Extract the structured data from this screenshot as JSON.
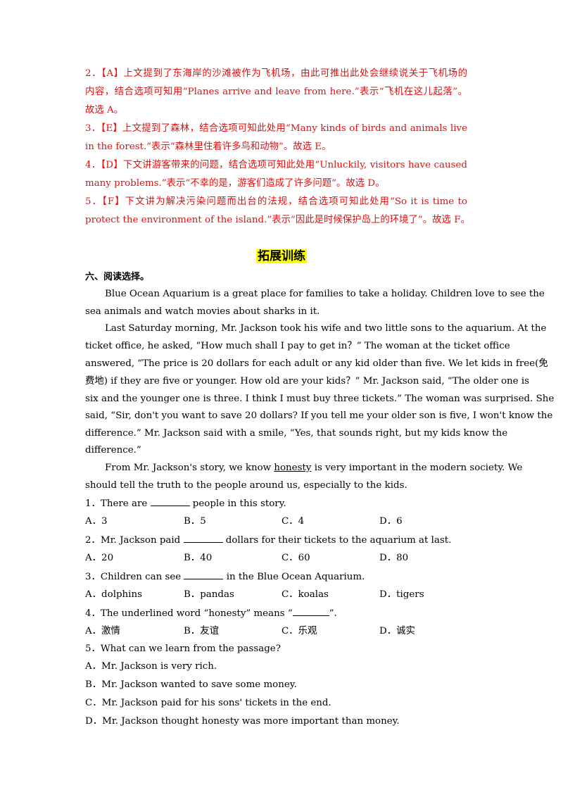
{
  "answers": [
    {
      "l1": "2．【A】上文提到了东海岸的沙滩被作为飞机场，由此可推出此处会继续说关于飞机场的",
      "l2": "内容，结合选项可知用“Planes arrive and leave from here.”表示“飞机在这儿起落”。",
      "l3": "故选 A。"
    },
    {
      "l1": "3．【E】上文提到了森林，结合选项可知此处用“Many kinds of birds and animals live",
      "l2": "in the forest.”表示“森林里住着许多鸟和动物”。故选 E。"
    },
    {
      "l1": "4．【D】下文讲游客带来的问题，结合选项可知此处用“Unluckily, visitors have caused",
      "l2": "many problems.”表示“不幸的是，游客们造成了许多问题”。故选 D。"
    },
    {
      "l1": "5．【F】下文讲为解决污染问题而出台的法规，结合选项可知此处用“So it is time to",
      "l2": "protect the environment of the island.”表示“因此是时候保护岛上的环境了”。故选 F。"
    }
  ],
  "section_title": "拓展训练",
  "section_heading": "六、阅读选择。",
  "passage": {
    "p1": [
      "Blue Ocean Aquarium is a great place for families to take a holiday. Children love to see the",
      "sea animals and watch movies about sharks in it."
    ],
    "p2": [
      "Last Saturday morning, Mr. Jackson took his wife and two little sons to the aquarium. At the",
      "ticket office, he asked, “How much shall I pay to get in？”  The woman at the ticket office",
      "answered, “The price is 20 dollars for each adult or any kid older than five. We let kids in free(免",
      "费地) if they are five or younger. How old are your kids？”  Mr. Jackson said, “The older one is",
      "six and the younger one is three. I think I must buy three tickets.” The woman was surprised. She",
      "said, “Sir, don't you want to save 20 dollars? If you tell me your older son is five, I won't know the",
      "difference.” Mr. Jackson said with a smile, “Yes, that sounds right, but my kids know the",
      "difference.”"
    ],
    "p3_before": "From Mr. Jackson's story, we know ",
    "p3_word": "honesty",
    "p3_after": " is very important in the modern society. We",
    "p3_l2": "should tell the truth to the people around us, especially to the kids."
  },
  "questions": [
    {
      "pre": "1．There are ",
      "post": " people in this story.",
      "options": [
        "A．3",
        "B．5",
        "C．4",
        "D．6"
      ]
    },
    {
      "pre": "2．Mr. Jackson paid ",
      "post": " dollars for their tickets to the aquarium at last.",
      "options": [
        "A．20",
        "B．40",
        "C．60",
        "D．80"
      ]
    },
    {
      "pre": "3．Children can see ",
      "post": " in the Blue Ocean Aquarium.",
      "options": [
        "A．dolphins",
        "B．pandas",
        "C．koalas",
        "D．tigers"
      ]
    },
    {
      "pre": "4．The underlined word “honesty” means “",
      "post": "”.",
      "options": [
        "A．激情",
        "B．友谊",
        "C．乐观",
        "D．诚实"
      ]
    },
    {
      "pre": "5．What can we learn from the passage?",
      "post": "",
      "options": [
        "A．Mr. Jackson is very rich.",
        "B．Mr. Jackson wanted to save some money.",
        "C．Mr. Jackson paid for his sons' tickets in the end.",
        "D．Mr. Jackson thought honesty was more important than money."
      ]
    }
  ]
}
